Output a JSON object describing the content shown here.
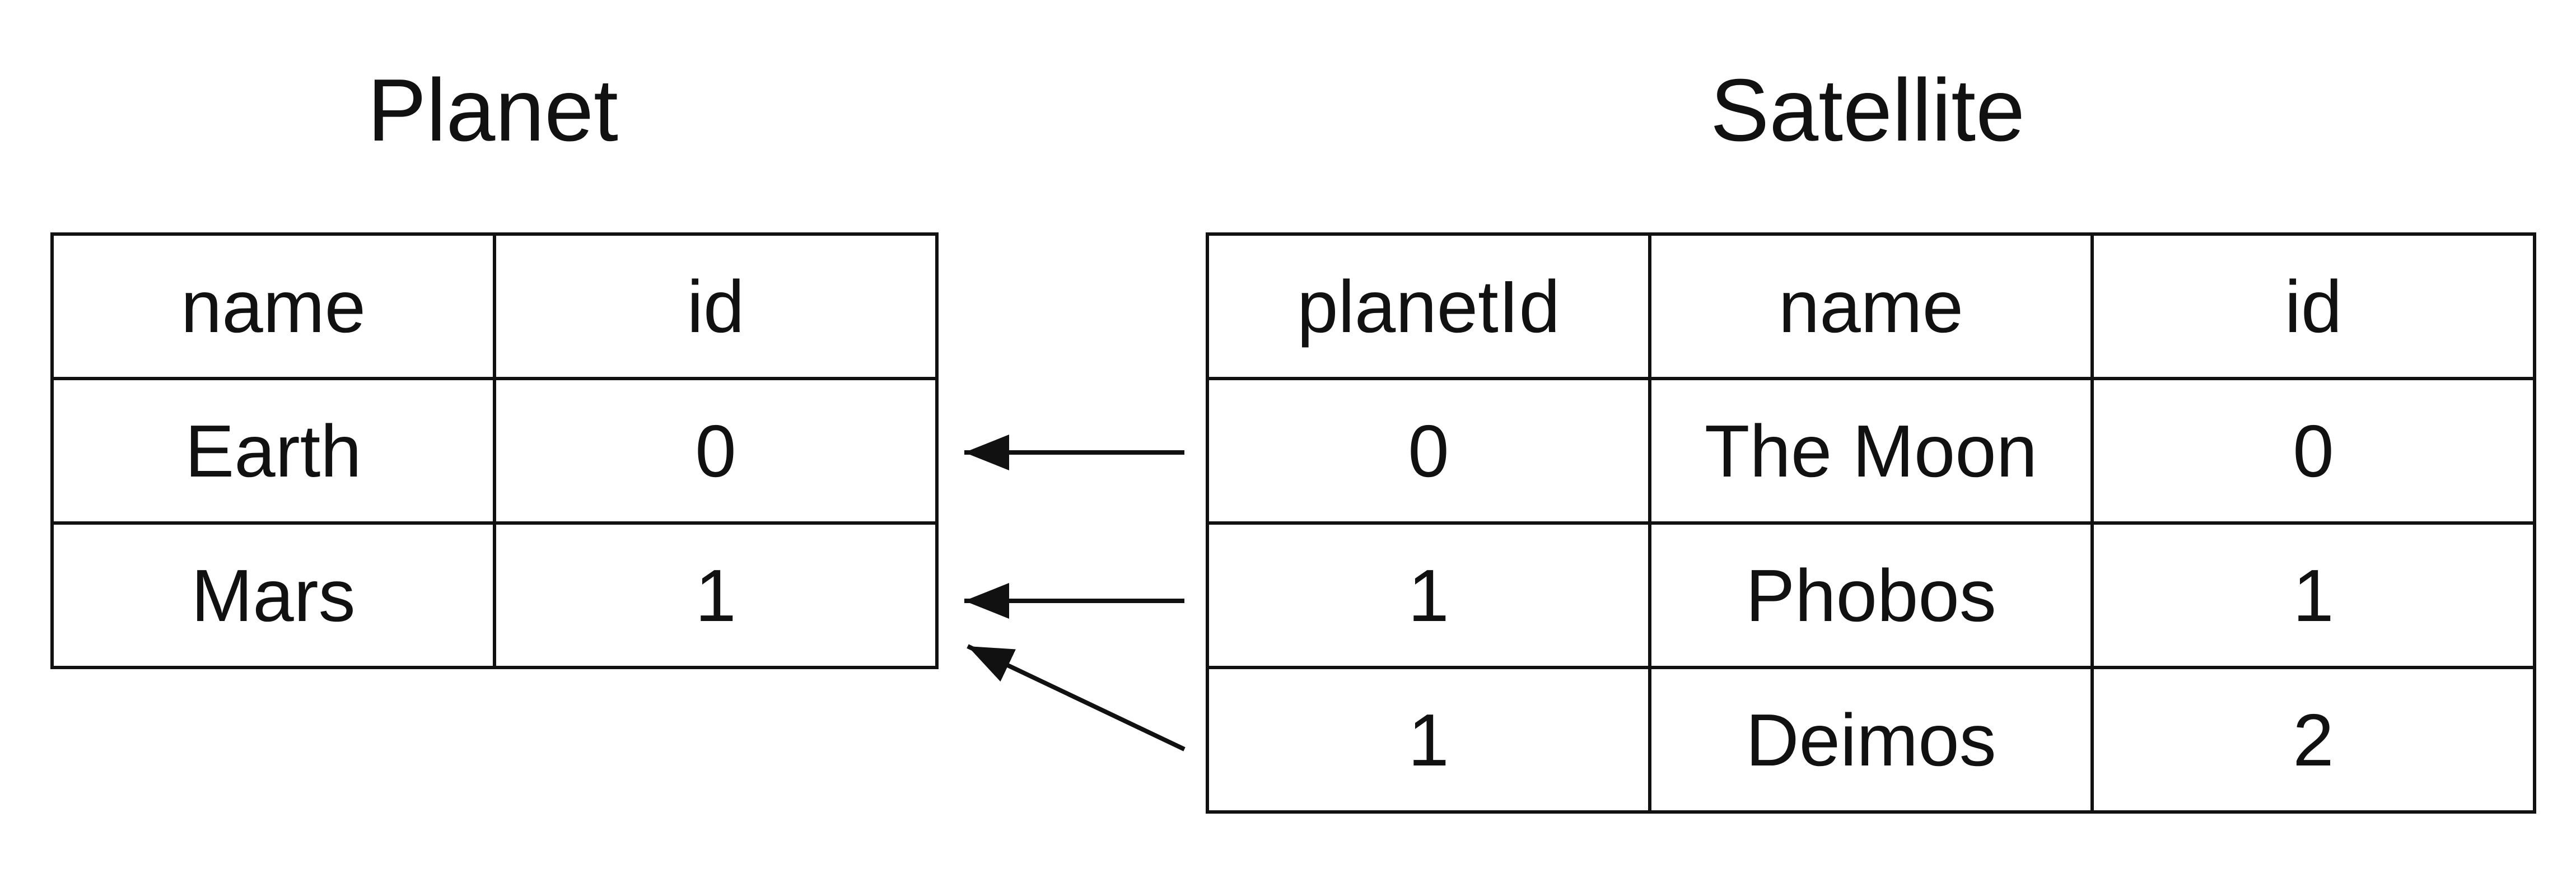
{
  "planet": {
    "title": "Planet",
    "headers": [
      "name",
      "id"
    ],
    "rows": [
      [
        "Earth",
        "0"
      ],
      [
        "Mars",
        "1"
      ]
    ]
  },
  "satellite": {
    "title": "Satellite",
    "headers": [
      "planetId",
      "name",
      "id"
    ],
    "rows": [
      [
        "0",
        "The Moon",
        "0"
      ],
      [
        "1",
        "Phobos",
        "1"
      ],
      [
        "1",
        "Deimos",
        "2"
      ]
    ]
  },
  "colors": {
    "line": "#111111",
    "background": "#ffffff"
  }
}
